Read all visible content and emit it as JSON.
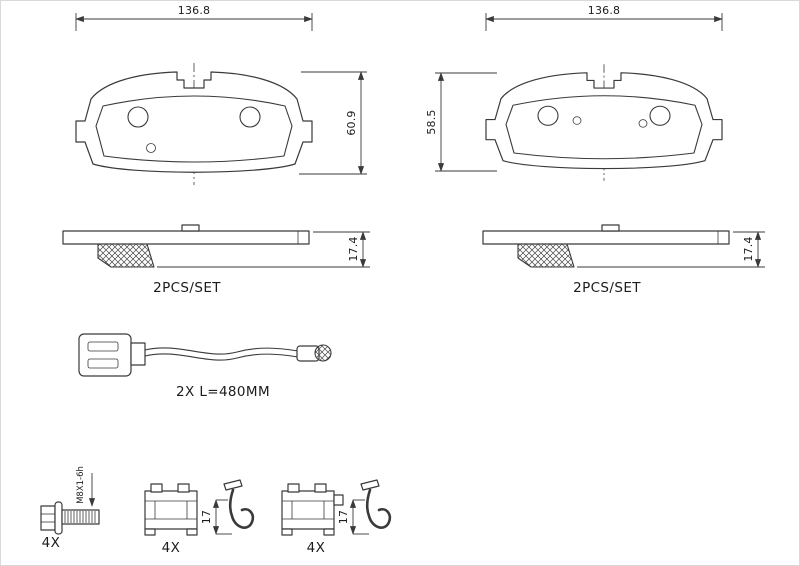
{
  "colors": {
    "line": "#3a3a3a",
    "background": "#ffffff"
  },
  "pad_front_left": {
    "width_dim": "136.8",
    "height_dim": "60.9"
  },
  "pad_front_right": {
    "width_dim": "136.8",
    "height_dim": "58.5"
  },
  "pad_side_left": {
    "thickness_dim": "17.4",
    "caption": "2PCS/SET"
  },
  "pad_side_right": {
    "thickness_dim": "17.4",
    "caption": "2PCS/SET"
  },
  "wear_sensor": {
    "caption": "2X  L=480MM"
  },
  "hardware": {
    "bolt": {
      "qty": "4X",
      "thread_spec": "M8X1-6h"
    },
    "clip_left": {
      "qty": "4X"
    },
    "spring_left": {
      "height_dim": "17"
    },
    "clip_right": {
      "qty": "4X"
    },
    "spring_right": {
      "height_dim": "17"
    }
  }
}
